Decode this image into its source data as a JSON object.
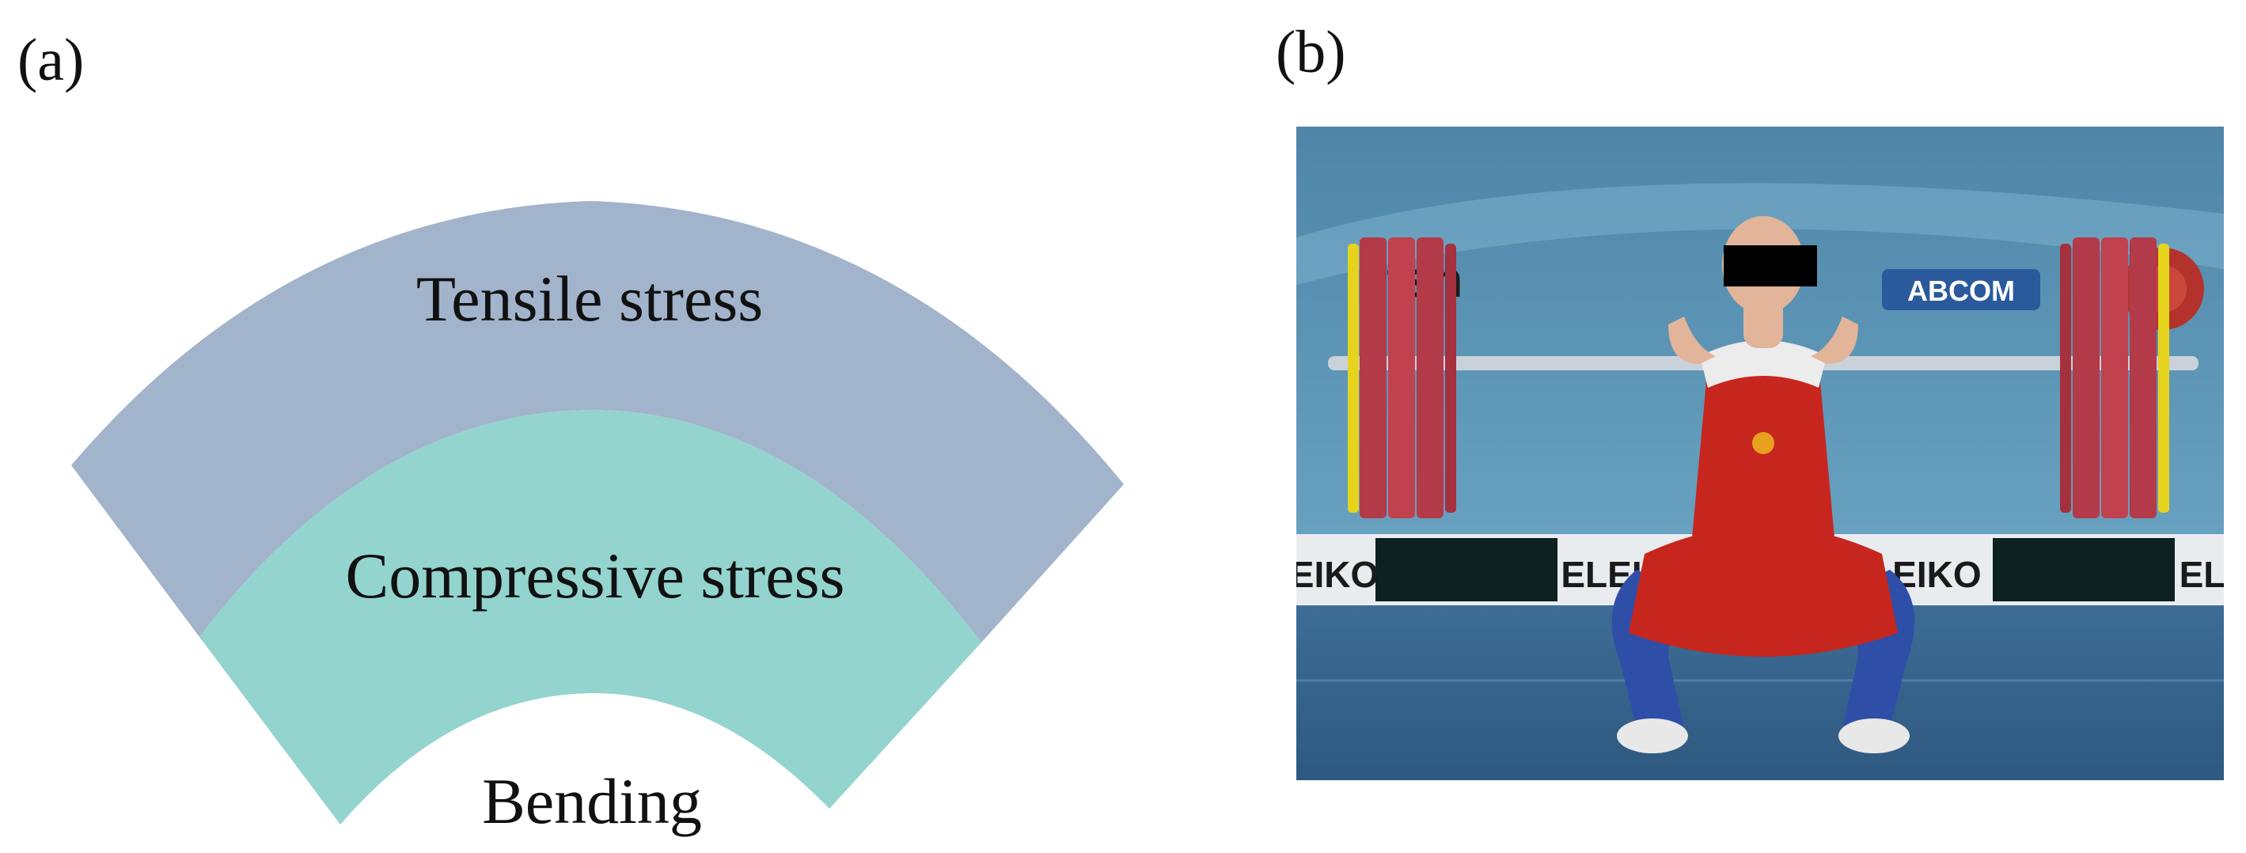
{
  "panels": {
    "a": {
      "label": "(a)",
      "regions": {
        "tensile": "Tensile stress",
        "compressive": "Compressive stress",
        "bending": "Bending"
      }
    },
    "b": {
      "label": "(b)",
      "photo": {
        "banner_text": "ELEIKO",
        "banner_left_partial": "EIKO",
        "banner_right_partial": "EL",
        "sponsor_left": "rtsh",
        "sponsor_right": "ABCOM"
      }
    }
  },
  "colors": {
    "tensile_fill": "#a1b4cb",
    "compressive_fill": "#94d4ce",
    "background": "#ffffff"
  }
}
